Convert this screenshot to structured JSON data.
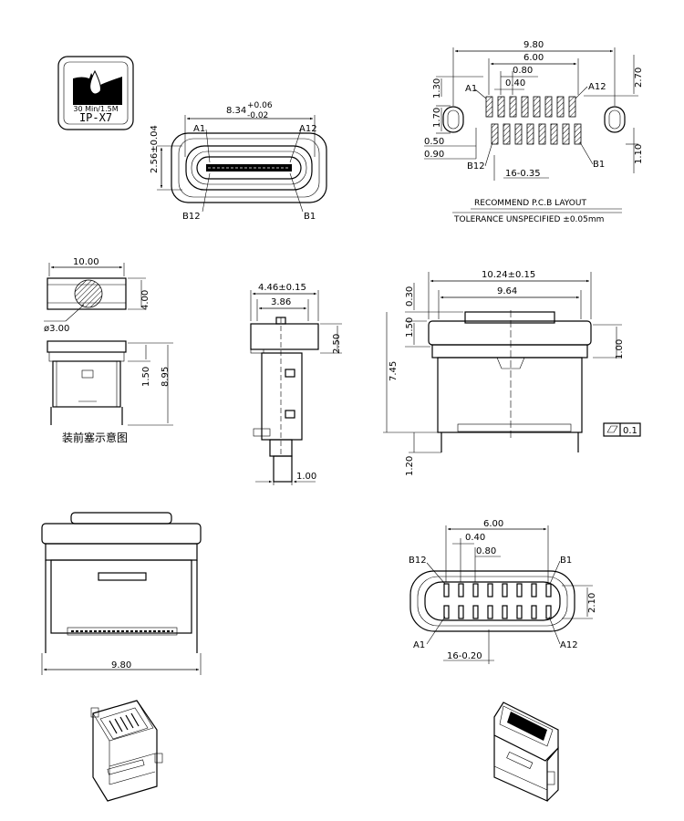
{
  "badge": {
    "line1": "30 Min/1.5M",
    "line2": "IP-X7"
  },
  "front_view": {
    "width": "8.34",
    "tol_plus": "+0.06",
    "tol_minus": "-0.02",
    "height": "2.56±0.04",
    "pin_a1": "A1",
    "pin_a12": "A12",
    "pin_b12": "B12",
    "pin_b1": "B1"
  },
  "pcb_layout": {
    "d980": "9.80",
    "d600": "6.00",
    "d080": "0.80",
    "d040": "0.40",
    "d130": "1.30",
    "d170": "1.70",
    "d050": "0.50",
    "d090": "0.90",
    "d270": "2.70",
    "d110": "1.10",
    "pins": "16-0.35",
    "pin_a1": "A1",
    "pin_a12": "A12",
    "pin_b12": "B12",
    "pin_b1": "B1",
    "title": "RECOMMEND  P.C.B  LAYOUT",
    "tolerance": "TOLERANCE  UNSPECIFIED  ±0.05mm"
  },
  "plug_view": {
    "d1000": "10.00",
    "d400": "4.00",
    "diam": "ø3.00",
    "d150": "1.50",
    "d895": "8.95",
    "caption": "装前塞示意图"
  },
  "side_view": {
    "d446": "4.46±0.15",
    "d386": "3.86",
    "d250": "2.50",
    "d100": "1.00"
  },
  "rear_view": {
    "d1024": "10.24±0.15",
    "d964": "9.64",
    "d030": "0.30",
    "d150": "1.50",
    "d100": "1.00",
    "d745": "7.45",
    "d120": "1.20",
    "flatness": "0.1"
  },
  "bottom_view": {
    "d980": "9.80"
  },
  "pin_view": {
    "d600": "6.00",
    "d040": "0.40",
    "d080": "0.80",
    "d210": "2.10",
    "pins": "16-0.20",
    "pin_b12": "B12",
    "pin_b1": "B1",
    "pin_a1": "A1",
    "pin_a12": "A12"
  }
}
